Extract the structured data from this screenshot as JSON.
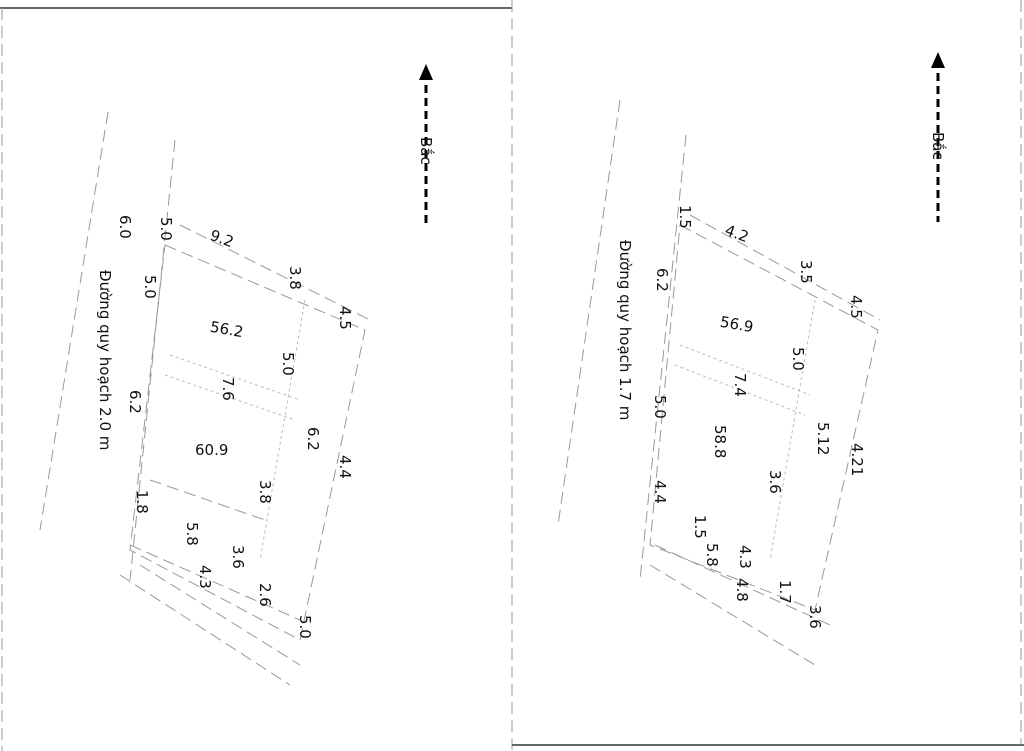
{
  "sheets": [
    {
      "north_label": "Bắc",
      "labels": {
        "top1": "9.2",
        "top2": "3.8",
        "top3": "4.5",
        "corner": "6.0",
        "corner2": "5.0",
        "area1": "56.2",
        "area2": "7.6",
        "area3": "60.9",
        "right1": "5.0",
        "right2": "6.2",
        "right3": "4.4",
        "mid": "3.8",
        "left_road": "Đường quy hoạch 2.0 m",
        "left1": "5.0",
        "left2": "6.2",
        "bottom1": "1.8",
        "bottom2": "5.8",
        "bottom3": "3.6",
        "bottom4": "4.3",
        "bottom5": "2.6",
        "bottom6": "5.0"
      }
    },
    {
      "north_label": "Bắc",
      "labels": {
        "top1": "4.2",
        "top2": "3.5",
        "top3": "4.5",
        "corner": "1.5",
        "corner2": "6.2",
        "area1": "56.9",
        "area2": "7.4",
        "area3": "58.8",
        "right1": "5.0",
        "right2": "5.12",
        "right3": "4.21",
        "mid": "3.6",
        "left_road": "Đường quy hoạch 1.7 m",
        "left1": "5.0",
        "left2": "4.4",
        "bottom1": "1.5",
        "bottom2": "5.8",
        "bottom3": "4.3",
        "bottom4": "4.8",
        "bottom5": "1.7",
        "bottom6": "3.6"
      }
    }
  ]
}
